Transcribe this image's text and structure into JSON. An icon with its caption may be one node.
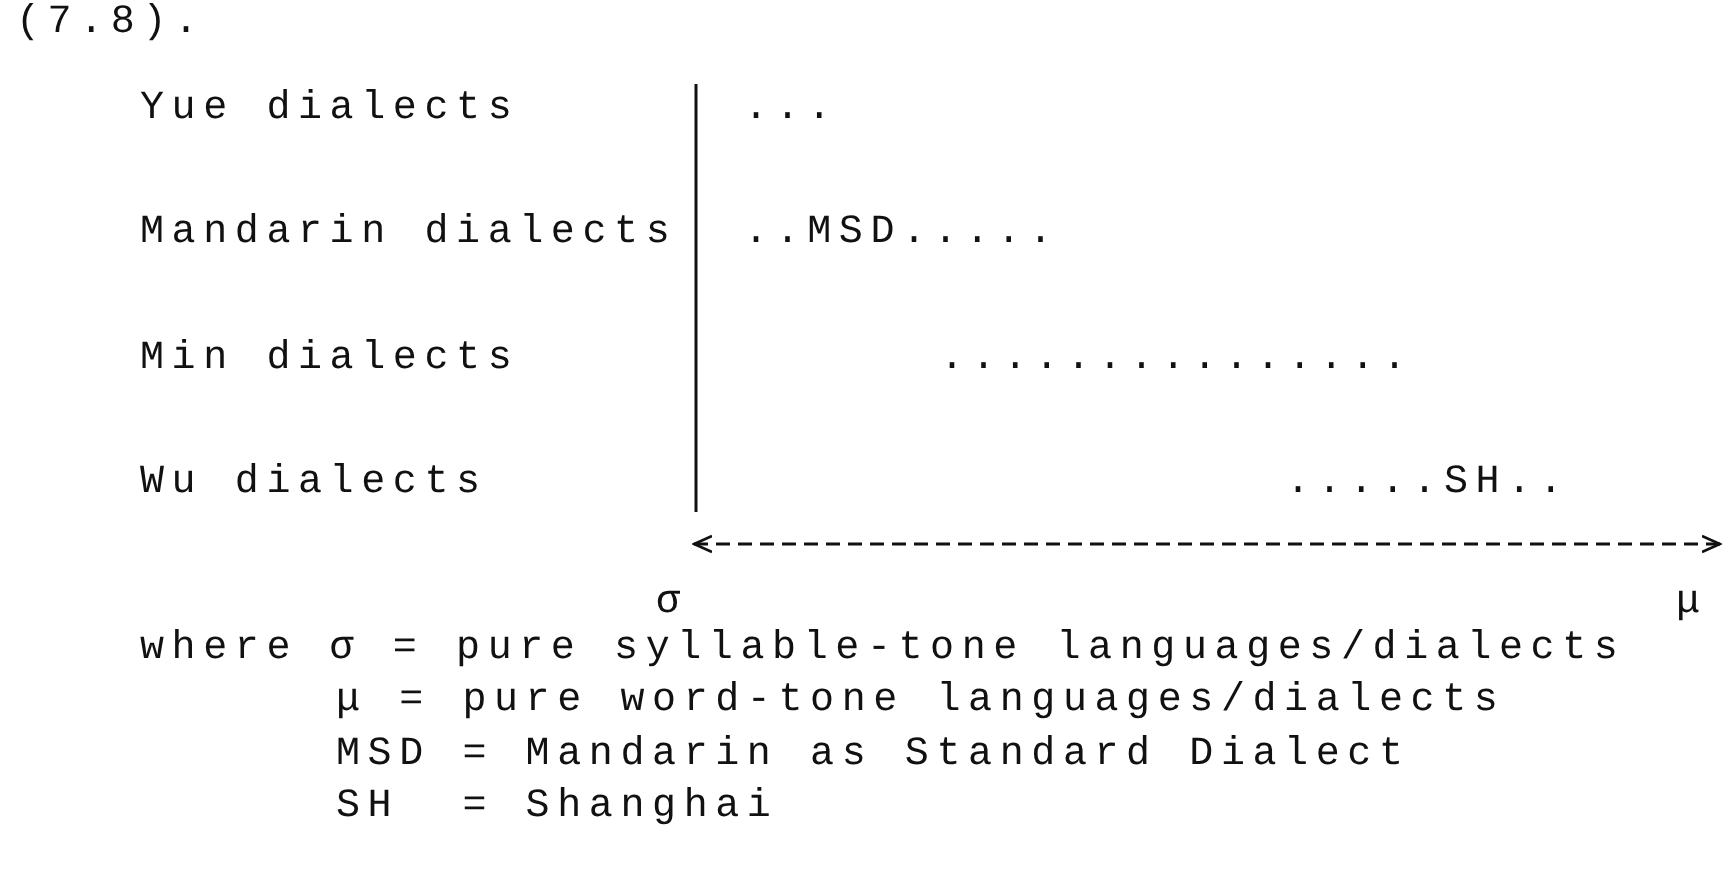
{
  "diagram": {
    "labels": [
      "(7.8).",
      "Yue dialects",
      "...",
      "Mandarin dialects",
      "..MSD.....",
      "Min dialects",
      "...............",
      "Wu dialects",
      ".....SH..",
      "σ",
      "μ",
      "where σ = pure syllable-tone languages/dialects",
      "μ = pure word-tone languages/dialects",
      "MSD = Mandarin as Standard Dialect",
      "SH  = Shanghai"
    ]
  }
}
